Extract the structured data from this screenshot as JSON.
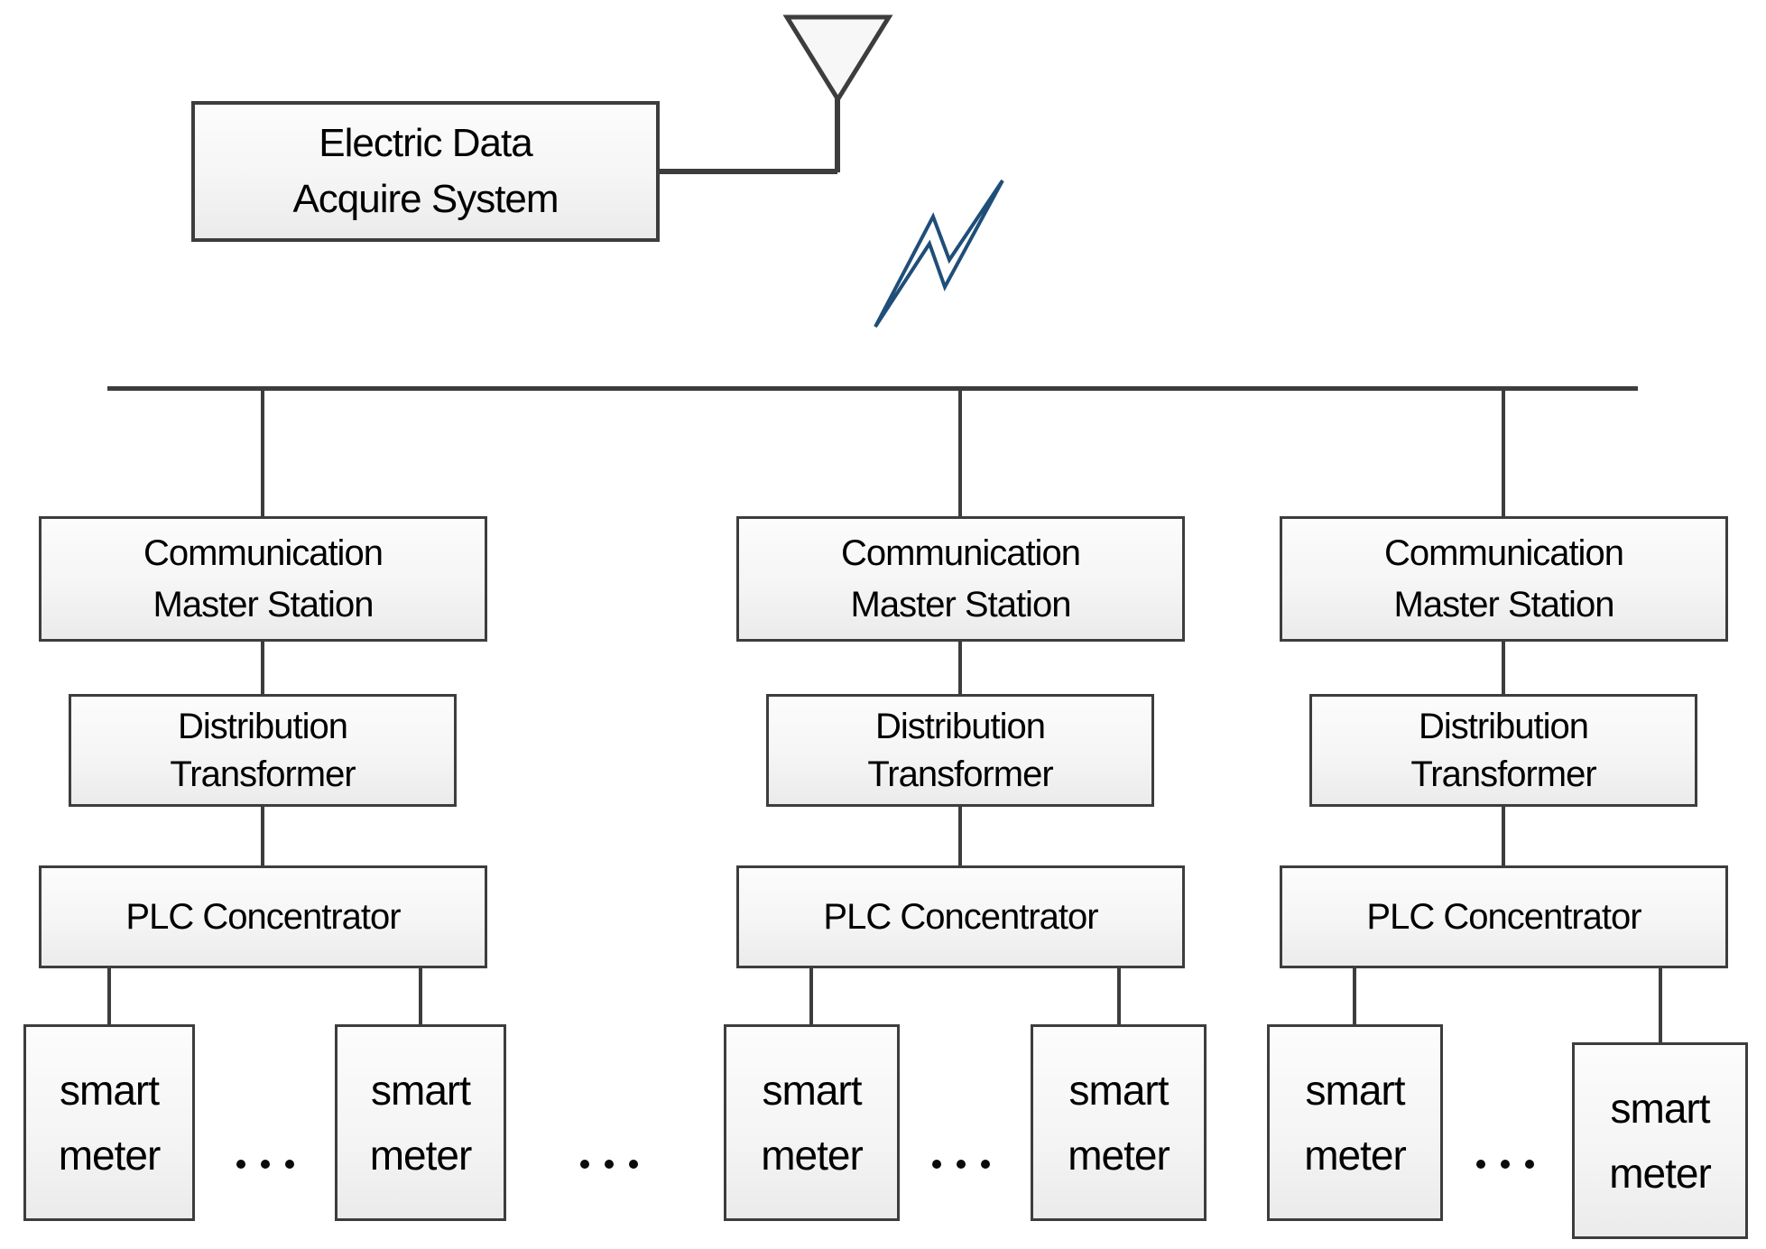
{
  "top": {
    "acquire_system": {
      "line1": "Electric Data",
      "line2": "Acquire System"
    }
  },
  "icons": {
    "antenna": "antenna-icon",
    "wireless_link": "lightning-bolt-icon",
    "ellipsis": "ellipsis-dots"
  },
  "columns": [
    {
      "master": {
        "line1": "Communication",
        "line2": "Master Station"
      },
      "transformer": {
        "line1": "Distribution",
        "line2": "Transformer"
      },
      "concentrator": "PLC Concentrator",
      "meters": [
        {
          "line1": "smart",
          "line2": "meter"
        },
        {
          "line1": "smart",
          "line2": "meter"
        }
      ]
    },
    {
      "master": {
        "line1": "Communication",
        "line2": "Master Station"
      },
      "transformer": {
        "line1": "Distribution",
        "line2": "Transformer"
      },
      "concentrator": "PLC Concentrator",
      "meters": [
        {
          "line1": "smart",
          "line2": "meter"
        },
        {
          "line1": "smart",
          "line2": "meter"
        }
      ]
    },
    {
      "master": {
        "line1": "Communication",
        "line2": "Master Station"
      },
      "transformer": {
        "line1": "Distribution",
        "line2": "Transformer"
      },
      "concentrator": "PLC Concentrator",
      "meters": [
        {
          "line1": "smart",
          "line2": "meter"
        },
        {
          "line1": "smart",
          "line2": "meter"
        }
      ]
    }
  ],
  "colors": {
    "line": "#3d3d3d",
    "box_border": "#3d3d3d",
    "box_fill_top": "#fcfcfc",
    "box_fill_bottom": "#ebebeb",
    "lightning_bolt": "#1f4e79",
    "text": "#000000"
  }
}
